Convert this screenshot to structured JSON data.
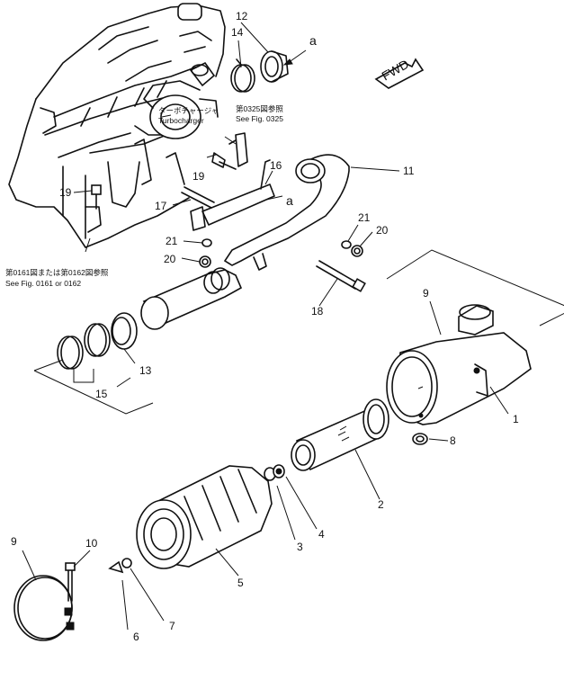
{
  "callouts": [
    {
      "id": "c1",
      "text": "1"
    },
    {
      "id": "c2",
      "text": "2"
    },
    {
      "id": "c3",
      "text": "3"
    },
    {
      "id": "c4",
      "text": "4"
    },
    {
      "id": "c5",
      "text": "5"
    },
    {
      "id": "c6",
      "text": "6"
    },
    {
      "id": "c7",
      "text": "7"
    },
    {
      "id": "c8",
      "text": "8"
    },
    {
      "id": "c9a",
      "text": "9"
    },
    {
      "id": "c9b",
      "text": "9"
    },
    {
      "id": "c10",
      "text": "10"
    },
    {
      "id": "c11",
      "text": "11"
    },
    {
      "id": "c12",
      "text": "12"
    },
    {
      "id": "c13",
      "text": "13"
    },
    {
      "id": "c14",
      "text": "14"
    },
    {
      "id": "c15",
      "text": "15"
    },
    {
      "id": "c16",
      "text": "16"
    },
    {
      "id": "c17",
      "text": "17"
    },
    {
      "id": "c18",
      "text": "18"
    },
    {
      "id": "c19a",
      "text": "19"
    },
    {
      "id": "c19b",
      "text": "19"
    },
    {
      "id": "c20a",
      "text": "20"
    },
    {
      "id": "c20b",
      "text": "20"
    },
    {
      "id": "c21a",
      "text": "21"
    },
    {
      "id": "c21b",
      "text": "21"
    }
  ],
  "refs": {
    "a_top": "a",
    "a_mid": "a",
    "fwd": "FWD"
  },
  "notes": {
    "turbo_jp": "ターボチャージャ",
    "turbo_en": "Turbocharger",
    "fig0325_jp": "第0325図参照",
    "fig0325_en": "See Fig. 0325",
    "fig0161_jp": "第0161図または第0162図参照",
    "fig0161_en": "See Fig. 0161 or 0162"
  }
}
